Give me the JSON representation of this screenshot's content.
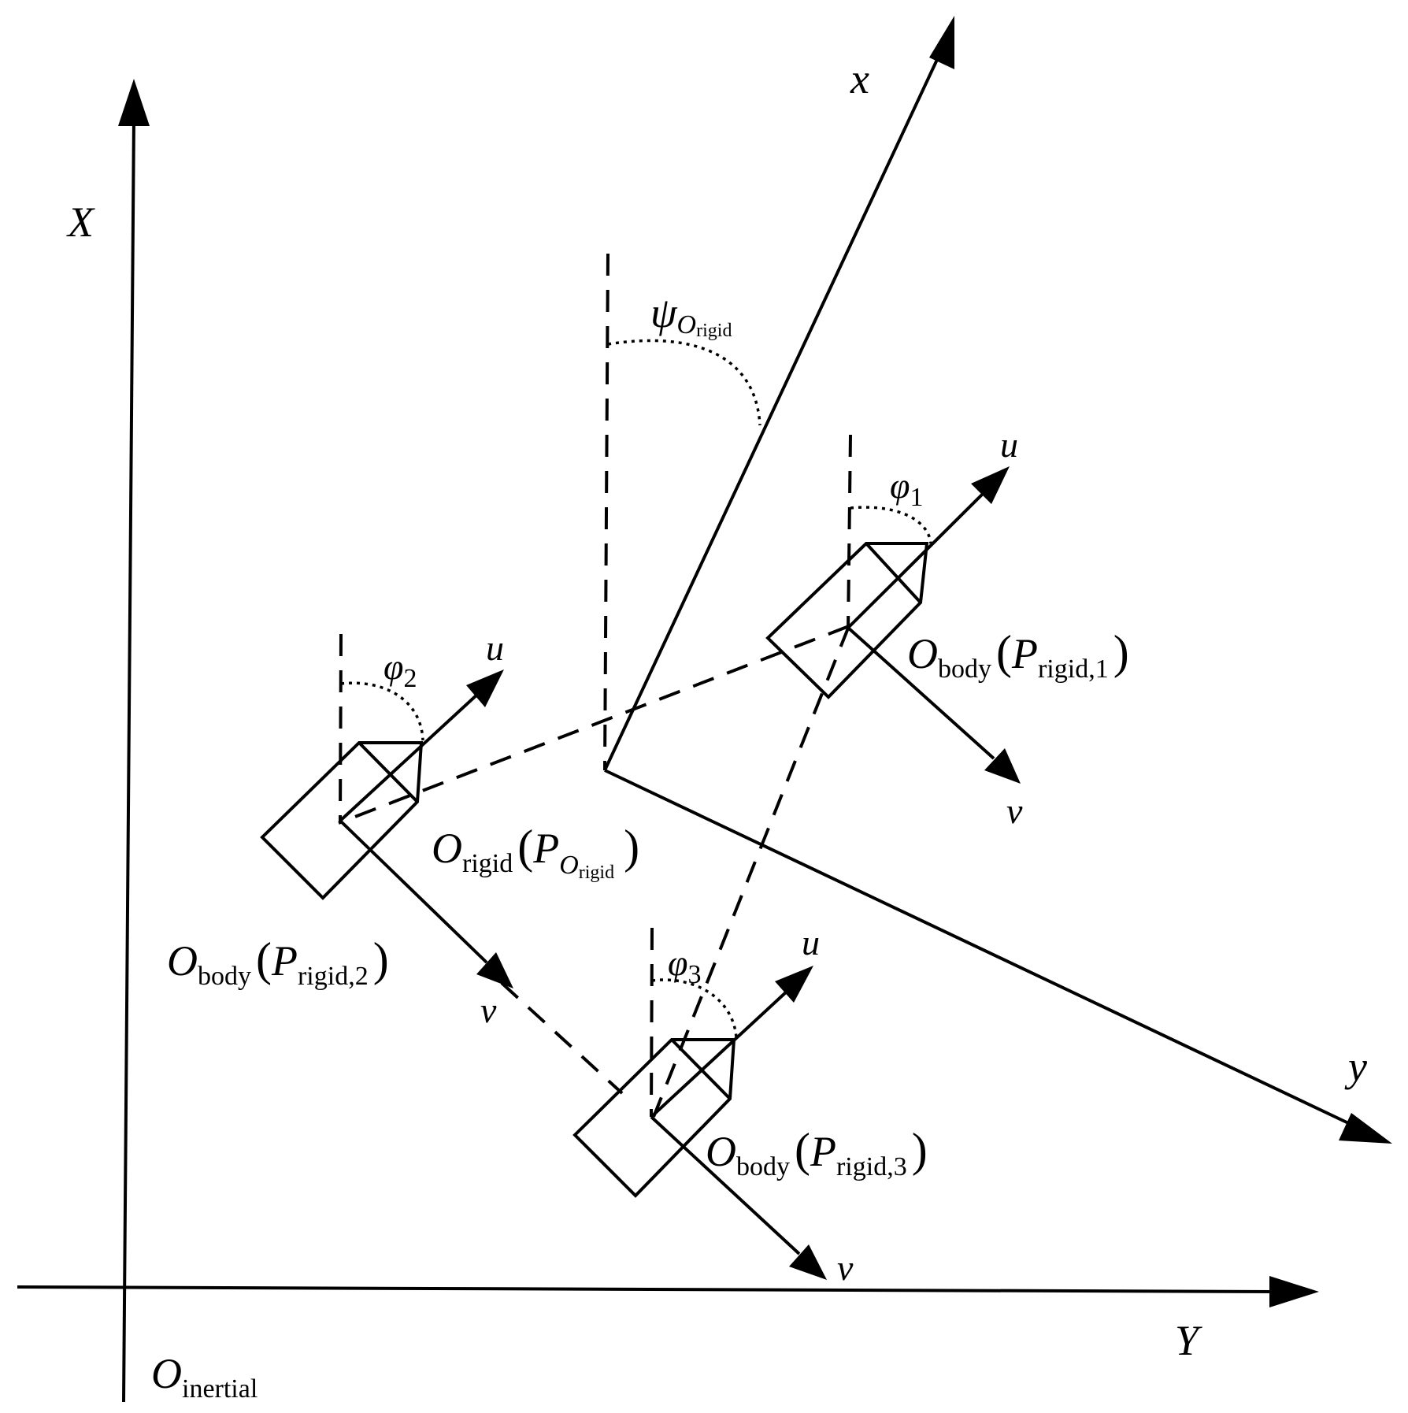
{
  "axes": {
    "inertial_x": "X",
    "inertial_y": "Y",
    "inertial_origin": {
      "base": "O",
      "sub": "inertial"
    },
    "rigid_x": "x",
    "rigid_y": "y"
  },
  "rigid_heading": {
    "sym": "ψ",
    "base": "O",
    "sub": "rigid"
  },
  "rigid_origin": {
    "base": "O",
    "sub": "rigid",
    "p": "P",
    "pbase": "O",
    "psub": "rigid"
  },
  "vessels": [
    {
      "u": "u",
      "v": "v",
      "phi": "φ",
      "phi_sub": "1",
      "body": "O",
      "body_sub": "body",
      "p": "P",
      "p_sub": "rigid,1"
    },
    {
      "u": "u",
      "v": "v",
      "phi": "φ",
      "phi_sub": "2",
      "body": "O",
      "body_sub": "body",
      "p": "P",
      "p_sub": "rigid,2"
    },
    {
      "u": "u",
      "v": "v",
      "phi": "φ",
      "phi_sub": "3",
      "body": "O",
      "body_sub": "body",
      "p": "P",
      "p_sub": "rigid,3"
    }
  ],
  "paren_open": "(",
  "paren_close": ")"
}
